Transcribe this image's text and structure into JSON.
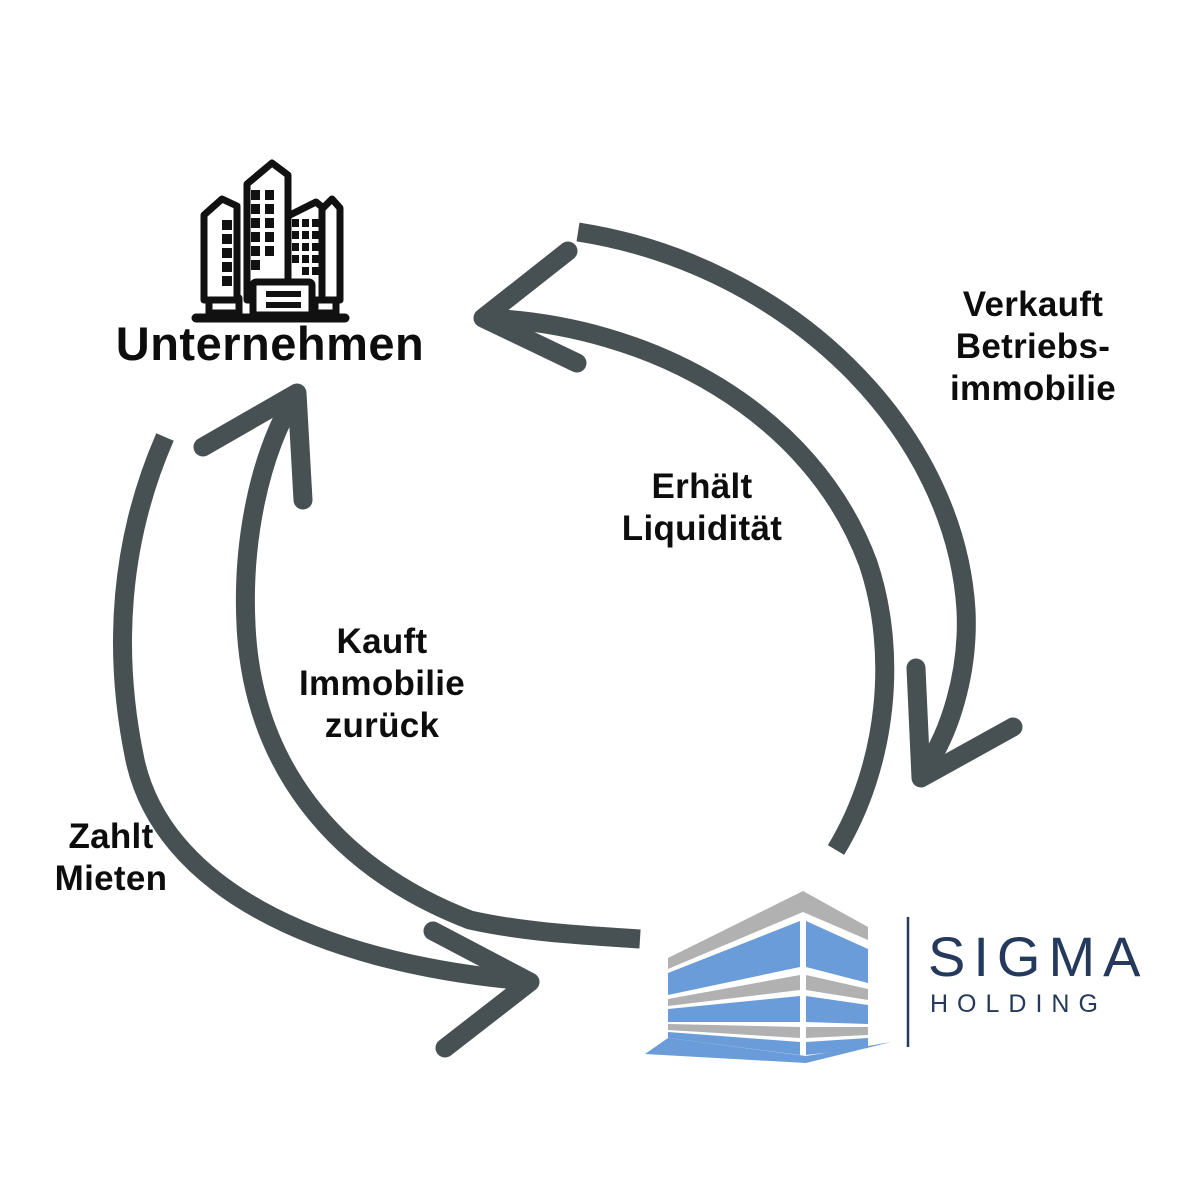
{
  "diagram": {
    "type": "cycle",
    "description": "Sale-leaseback cycle between a company and Sigma Holding"
  },
  "company": {
    "name": "Unternehmen"
  },
  "provider": {
    "name": "SIGMA",
    "subtitle": "HOLDING"
  },
  "flows": [
    {
      "id": "verkauft",
      "label": "Verkauft\nBetriebs-\nimmobilie",
      "from": "Unternehmen",
      "to": "Sigma Holding"
    },
    {
      "id": "erhaelt",
      "label": "Erhält\nLiquidität",
      "from": "Sigma Holding",
      "to": "Unternehmen"
    },
    {
      "id": "kauft",
      "label": "Kauft\nImmobilie\nzurück",
      "from": "Sigma Holding",
      "to": "Unternehmen"
    },
    {
      "id": "zahlt",
      "label": "Zahlt\nMieten",
      "from": "Unternehmen",
      "to": "Sigma Holding"
    }
  ],
  "icons": [
    {
      "name": "company-buildings-icon",
      "meaning": "office buildings / company"
    },
    {
      "name": "sigma-building-logo",
      "meaning": "blue office building, Sigma Holding brand mark"
    }
  ],
  "colors": {
    "arrow": "#475052",
    "text": "#0d0d0d",
    "icon_black": "#111111",
    "logo_navy": "#24395c",
    "logo_blue": "#6a9cd9",
    "logo_gray": "#b1b1b1",
    "background": "#ffffff"
  }
}
